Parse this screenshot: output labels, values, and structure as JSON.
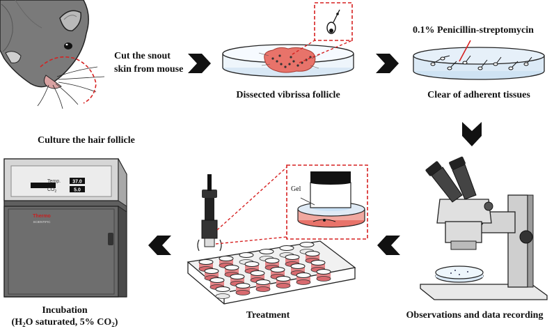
{
  "steps": {
    "cut_line1": "Cut the snout",
    "cut_line2": "skin from mouse",
    "dissected": "Dissected vibrissa follicle",
    "antibiotic": "0.1% Penicillin-streptomycin",
    "clear": "Clear of adherent tissues",
    "observe": "Observations and data recording",
    "treatment": "Treatment",
    "gel": "Gel",
    "culture": "Culture the hair follicle",
    "incubation": "Incubation",
    "incubation_sub_h": "(H",
    "incubation_sub_h2o_digit": "2",
    "incubation_sub_mid": "O saturated, 5% CO",
    "incubation_sub_co2_digit": "2",
    "incubation_sub_end": ")"
  },
  "incubator": {
    "temp_label": "Temp.",
    "temp_value": "37.0",
    "co2_label": "CO",
    "co2_sub": "2",
    "co2_value": "5.0",
    "brand": "Thermo",
    "brand_sub": "SCIENTIFIC"
  },
  "colors": {
    "accent_red": "#d62020",
    "tissue_pink": "#e8736a",
    "arrow_black": "#111111",
    "dish_blue": "#cfe3f3",
    "incubator_gray": "#5f5f5f"
  },
  "icons": [
    "mouse-illustration",
    "petri-dish-icon",
    "microscope-icon",
    "well-plate-icon",
    "incubator-icon",
    "chevron-right-icon",
    "chevron-down-icon",
    "chevron-left-icon"
  ]
}
